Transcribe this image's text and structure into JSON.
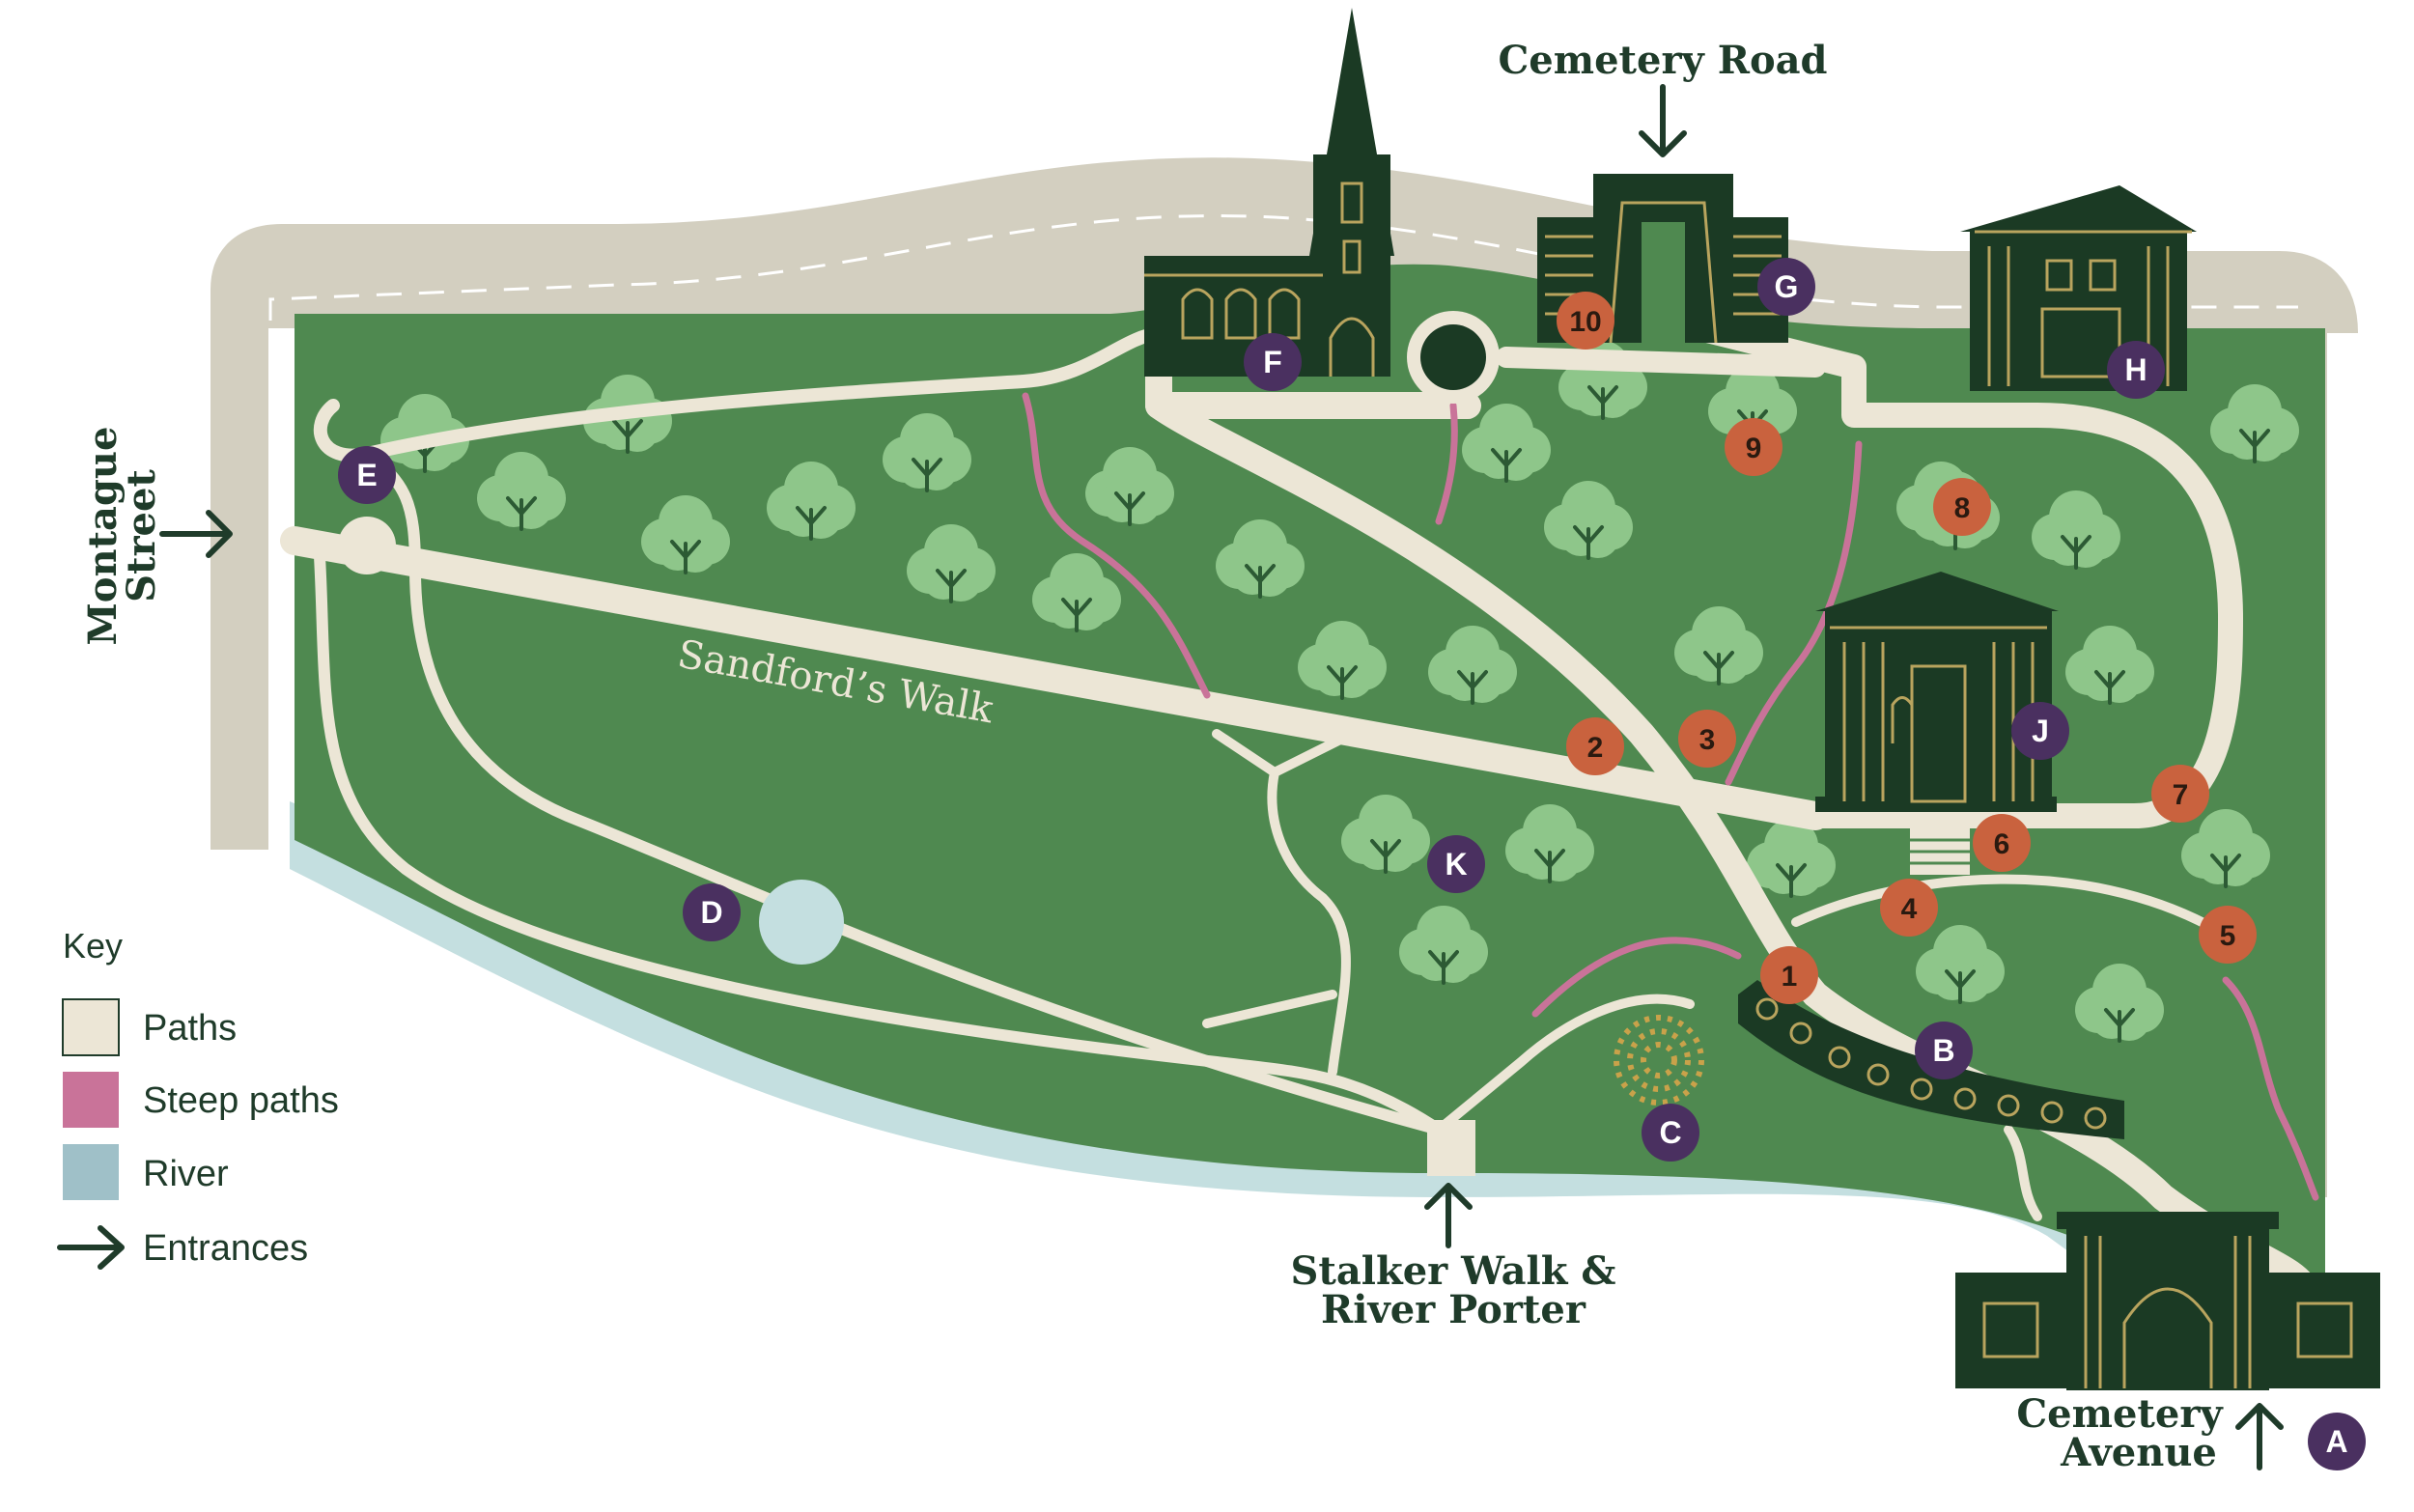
{
  "entrances": {
    "cemetery_road": "Cemetery Road",
    "montague_line1": "Montague",
    "montague_line2": "Street",
    "stalker_line1": "Stalker Walk &",
    "stalker_line2": "River Porter",
    "cemetery_avenue_line1": "Cemetery",
    "cemetery_avenue_line2": "Avenue"
  },
  "walk_label": "Sandford’s Walk",
  "key": {
    "title": "Key",
    "paths": "Paths",
    "steep_paths": "Steep paths",
    "river": "River",
    "entrances": "Entrances"
  },
  "letter_markers": [
    {
      "id": "A",
      "label": "A"
    },
    {
      "id": "B",
      "label": "B"
    },
    {
      "id": "C",
      "label": "C"
    },
    {
      "id": "D",
      "label": "D"
    },
    {
      "id": "E",
      "label": "E"
    },
    {
      "id": "F",
      "label": "F"
    },
    {
      "id": "G",
      "label": "G"
    },
    {
      "id": "H",
      "label": "H"
    },
    {
      "id": "J",
      "label": "J"
    },
    {
      "id": "K",
      "label": "K"
    }
  ],
  "number_markers": [
    {
      "id": "1",
      "label": "1"
    },
    {
      "id": "2",
      "label": "2"
    },
    {
      "id": "3",
      "label": "3"
    },
    {
      "id": "4",
      "label": "4"
    },
    {
      "id": "5",
      "label": "5"
    },
    {
      "id": "6",
      "label": "6"
    },
    {
      "id": "7",
      "label": "7"
    },
    {
      "id": "8",
      "label": "8"
    },
    {
      "id": "9",
      "label": "9"
    },
    {
      "id": "10",
      "label": "10"
    }
  ],
  "colors": {
    "grass": "#4f8950",
    "path": "#ece6d6",
    "steep_path": "#c97399",
    "river": "#c4dfe0",
    "building": "#1b3a24",
    "number_marker": "#c9623e",
    "letter_marker": "#4a3060",
    "road": "#d3cfc0"
  }
}
